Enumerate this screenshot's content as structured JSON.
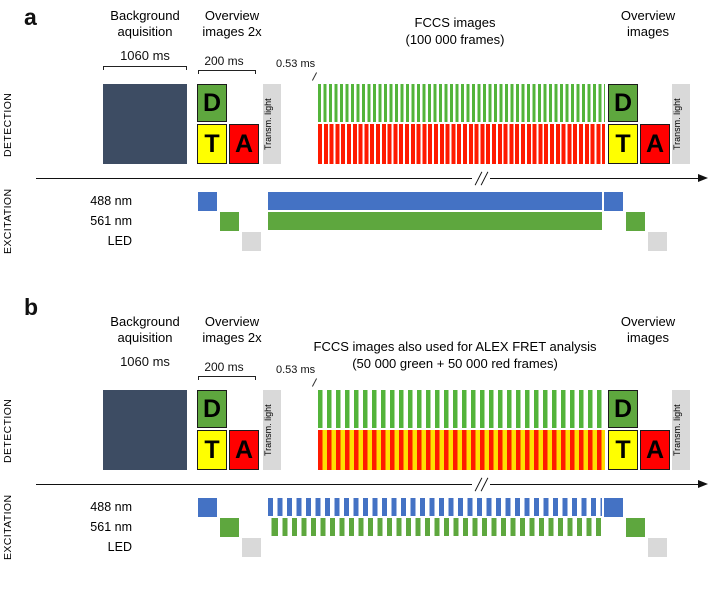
{
  "figure": {
    "colors": {
      "background_block": "#3d4c63",
      "detector_d_green": "#5ea73e",
      "detector_t_yellow": "#ffff00",
      "detector_a_red": "#ff0000",
      "transmitted_light_gray": "#d9d9d9",
      "laser_488_blue": "#4472c4",
      "laser_561_green": "#5ea73e",
      "led_gray": "#d9d9d9",
      "fccs_green_stripes": "#53b43a",
      "fccs_red_stripes": "#ff1a00",
      "alex_yellow_stripes": "#ffdf00"
    },
    "panels": [
      {
        "panel_label": "a",
        "detection_label": "DETECTION",
        "excitation_label": "EXCITATION",
        "background": {
          "line1": "Background",
          "line2": "aquisition",
          "time": "1060 ms"
        },
        "overview_left": {
          "line1": "Overview",
          "line2": "images 2x",
          "time": "200 ms"
        },
        "frame_time": "0.53 ms",
        "fccs": {
          "line1": "FCCS images",
          "line2": "(100 000 frames)"
        },
        "overview_right": {
          "line1": "Overview",
          "line2": "images"
        },
        "detectors": {
          "d": "D",
          "t": "T",
          "a": "A",
          "transmitted": "Transm. light"
        },
        "excitation_rows": [
          {
            "label": "488 nm"
          },
          {
            "label": "561 nm"
          },
          {
            "label": "LED"
          }
        ]
      },
      {
        "panel_label": "b",
        "detection_label": "DETECTION",
        "excitation_label": "EXCITATION",
        "background": {
          "line1": "Background",
          "line2": "aquisition",
          "time": "1060 ms"
        },
        "overview_left": {
          "line1": "Overview",
          "line2": "images 2x",
          "time": "200 ms"
        },
        "frame_time": "0.53 ms",
        "fccs": {
          "line1": "FCCS images also used for ALEX FRET analysis",
          "line2": "(50 000 green + 50 000 red frames)"
        },
        "overview_right": {
          "line1": "Overview",
          "line2": "images"
        },
        "detectors": {
          "d": "D",
          "t": "T",
          "a": "A",
          "transmitted": "Transm. light"
        },
        "excitation_rows": [
          {
            "label": "488 nm"
          },
          {
            "label": "561 nm"
          },
          {
            "label": "LED"
          }
        ]
      }
    ]
  }
}
